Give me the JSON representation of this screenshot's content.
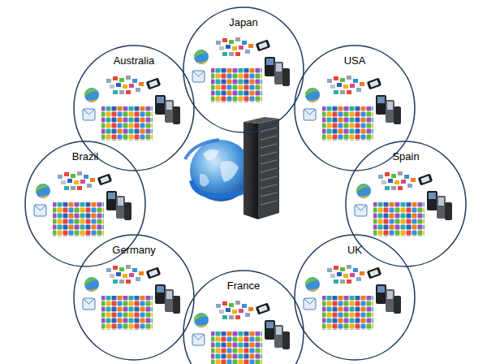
{
  "diagram": {
    "nodes": [
      {
        "text": [
          "Japan"
        ]
      },
      {
        "text": [
          "Australia"
        ]
      },
      {
        "text": [
          "USA"
        ]
      },
      {
        "text": [
          "Brazil"
        ]
      },
      {
        "text": [
          "Spain"
        ]
      },
      {
        "text": [
          "Germany"
        ]
      },
      {
        "text": [
          "UK"
        ]
      },
      {
        "text": [
          "France"
        ]
      }
    ]
  }
}
